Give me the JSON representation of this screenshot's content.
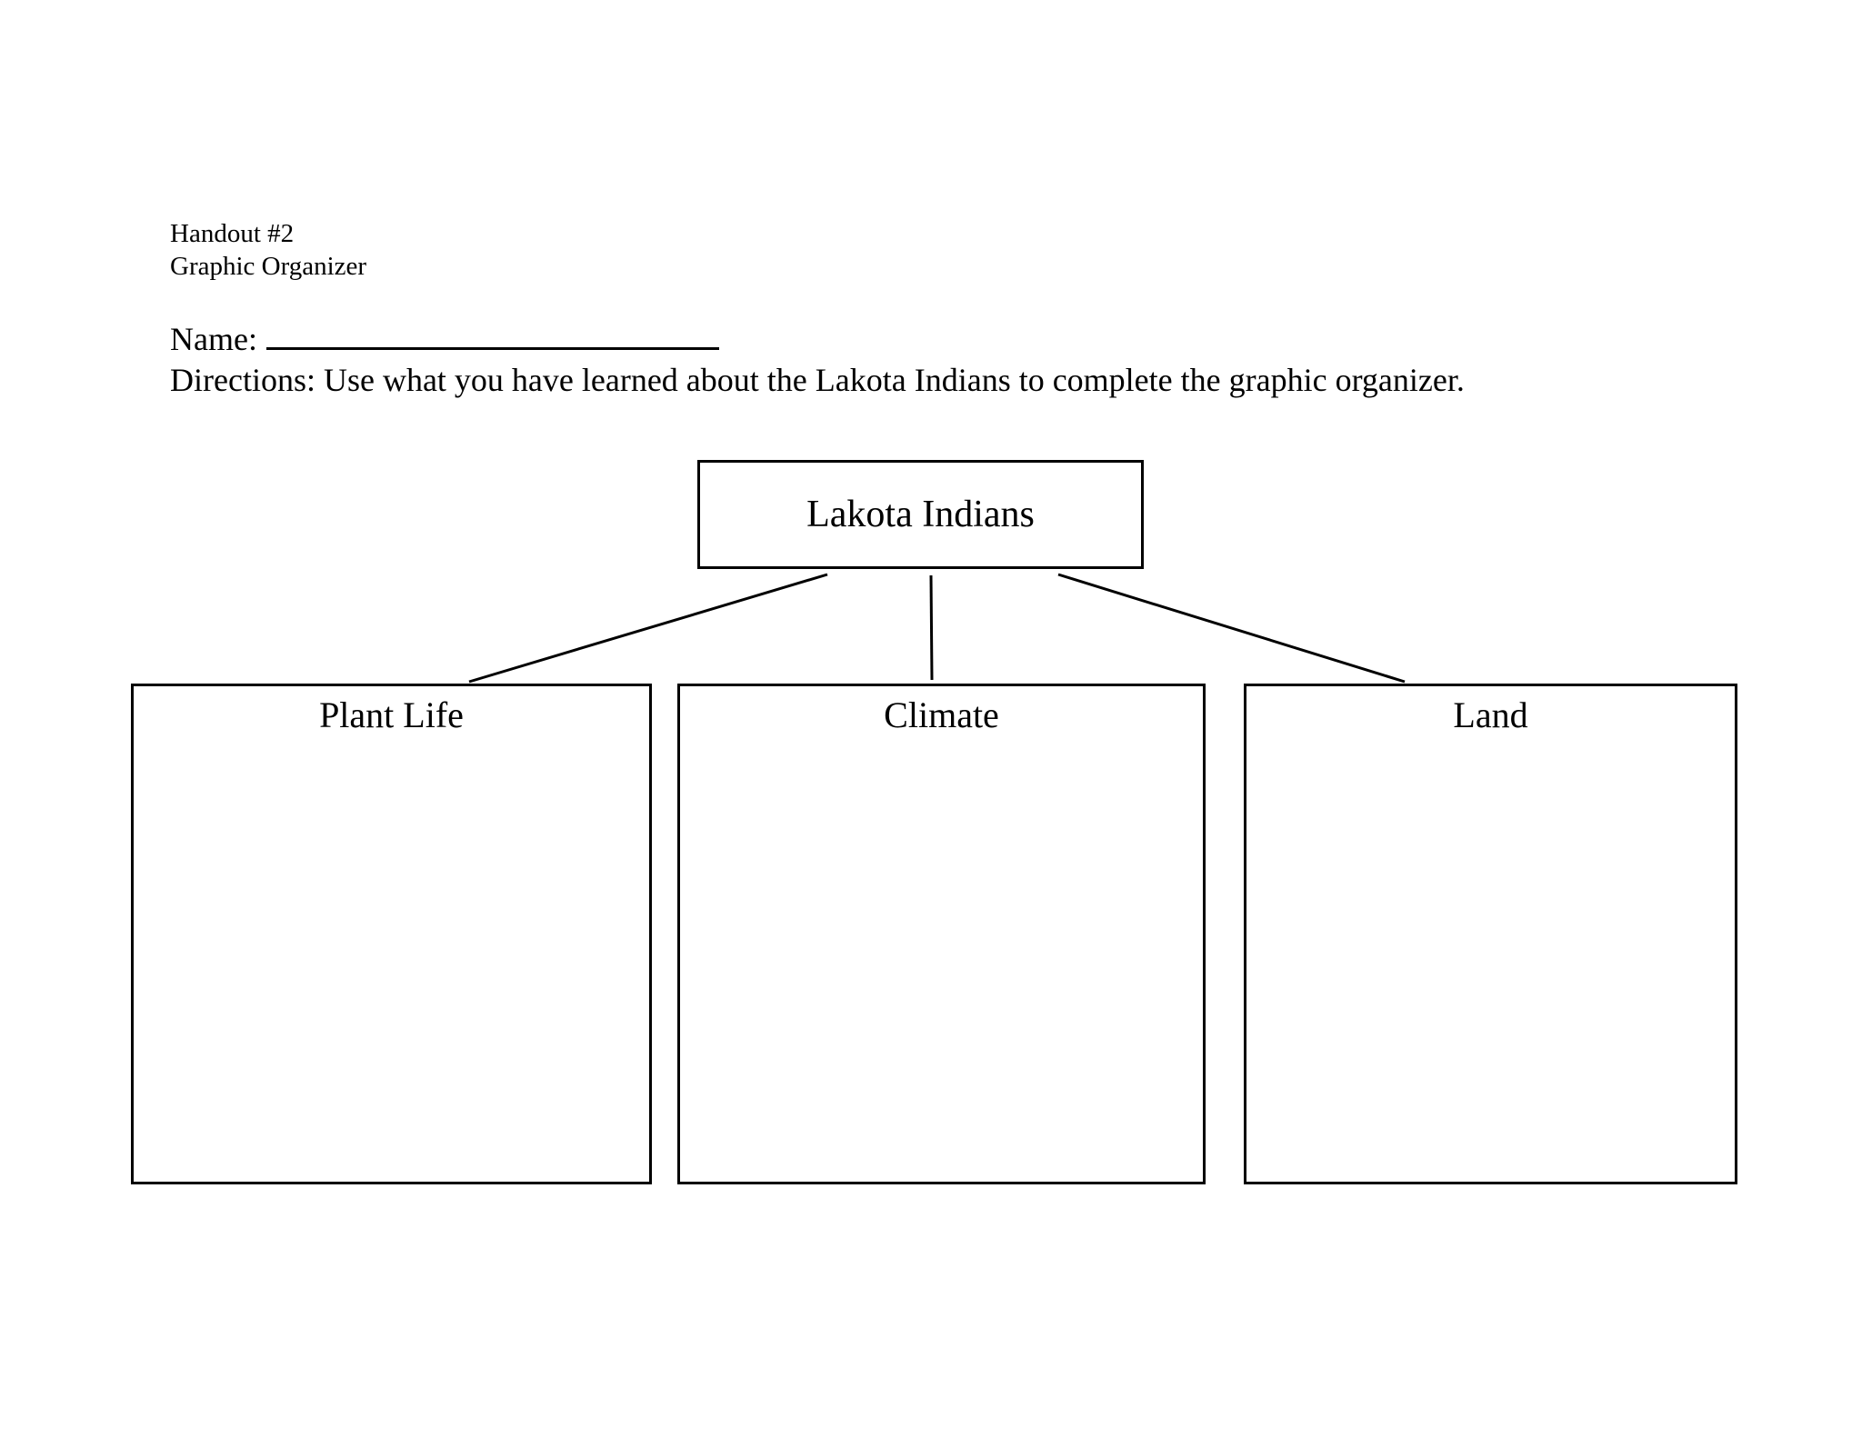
{
  "document": {
    "header": {
      "line1": "Handout #2",
      "line2": "Graphic Organizer"
    },
    "name_label": "Name:",
    "name_value": "",
    "directions": "Directions: Use what you have learned about the Lakota Indians to complete the graphic organizer.",
    "colors": {
      "ink": "#000000",
      "paper": "#ffffff"
    }
  },
  "diagram": {
    "root": {
      "label": "Lakota Indians"
    },
    "children": [
      {
        "label": "Plant Life",
        "content": ""
      },
      {
        "label": "Climate",
        "content": ""
      },
      {
        "label": "Land",
        "content": ""
      }
    ]
  }
}
